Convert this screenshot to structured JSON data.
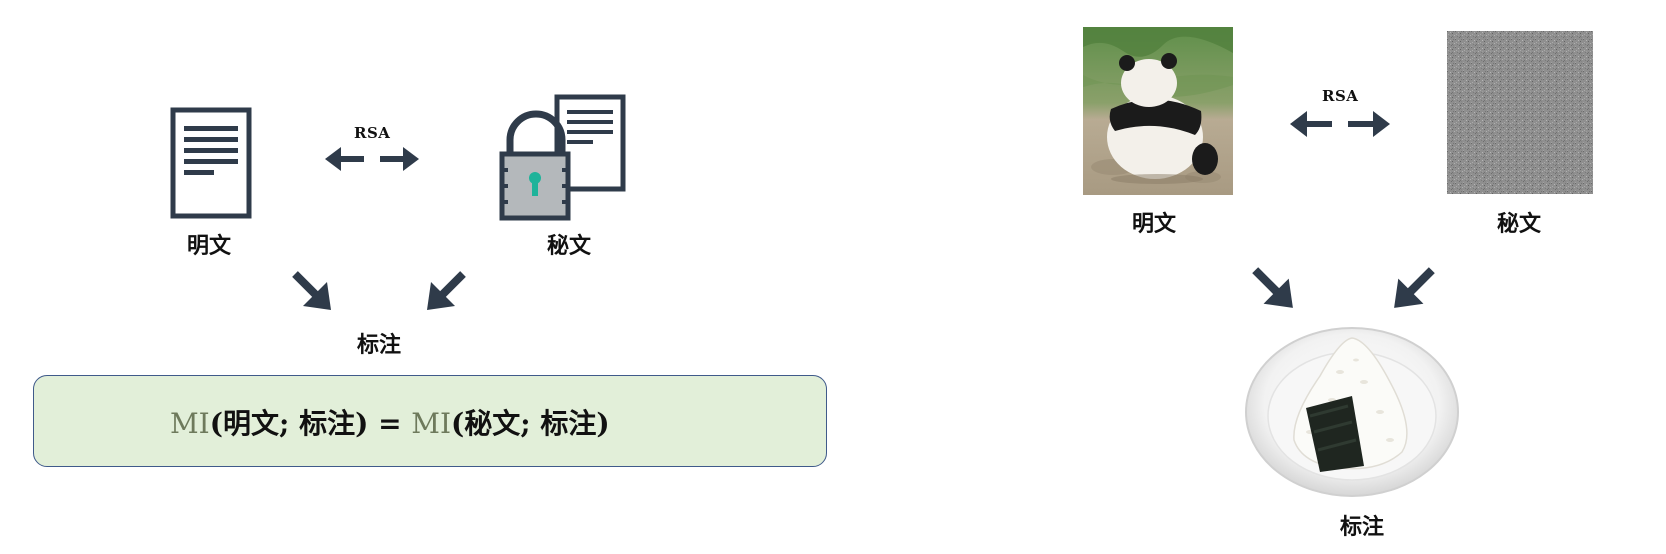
{
  "left_diagram": {
    "plaintext_label": "明文",
    "ciphertext_label": "秘文",
    "rsa_label": "RSA",
    "annotation_label": "标注",
    "formula": {
      "mi1": "MI",
      "part1": "(明文; 标注) = ",
      "mi2": "MI",
      "part2": "(秘文; 标注)"
    }
  },
  "right_diagram": {
    "plaintext_label": "明文",
    "ciphertext_label": "秘文",
    "rsa_label": "RSA",
    "annotation_label": "标注"
  },
  "colors": {
    "icon_dark": "#2f3b4a",
    "lock_body": "#b4b8bb",
    "keyhole": "#1fb39a",
    "formula_bg": "#e2efd9",
    "formula_border": "#3f5a8a",
    "mi_text": "#6e7a5c"
  }
}
